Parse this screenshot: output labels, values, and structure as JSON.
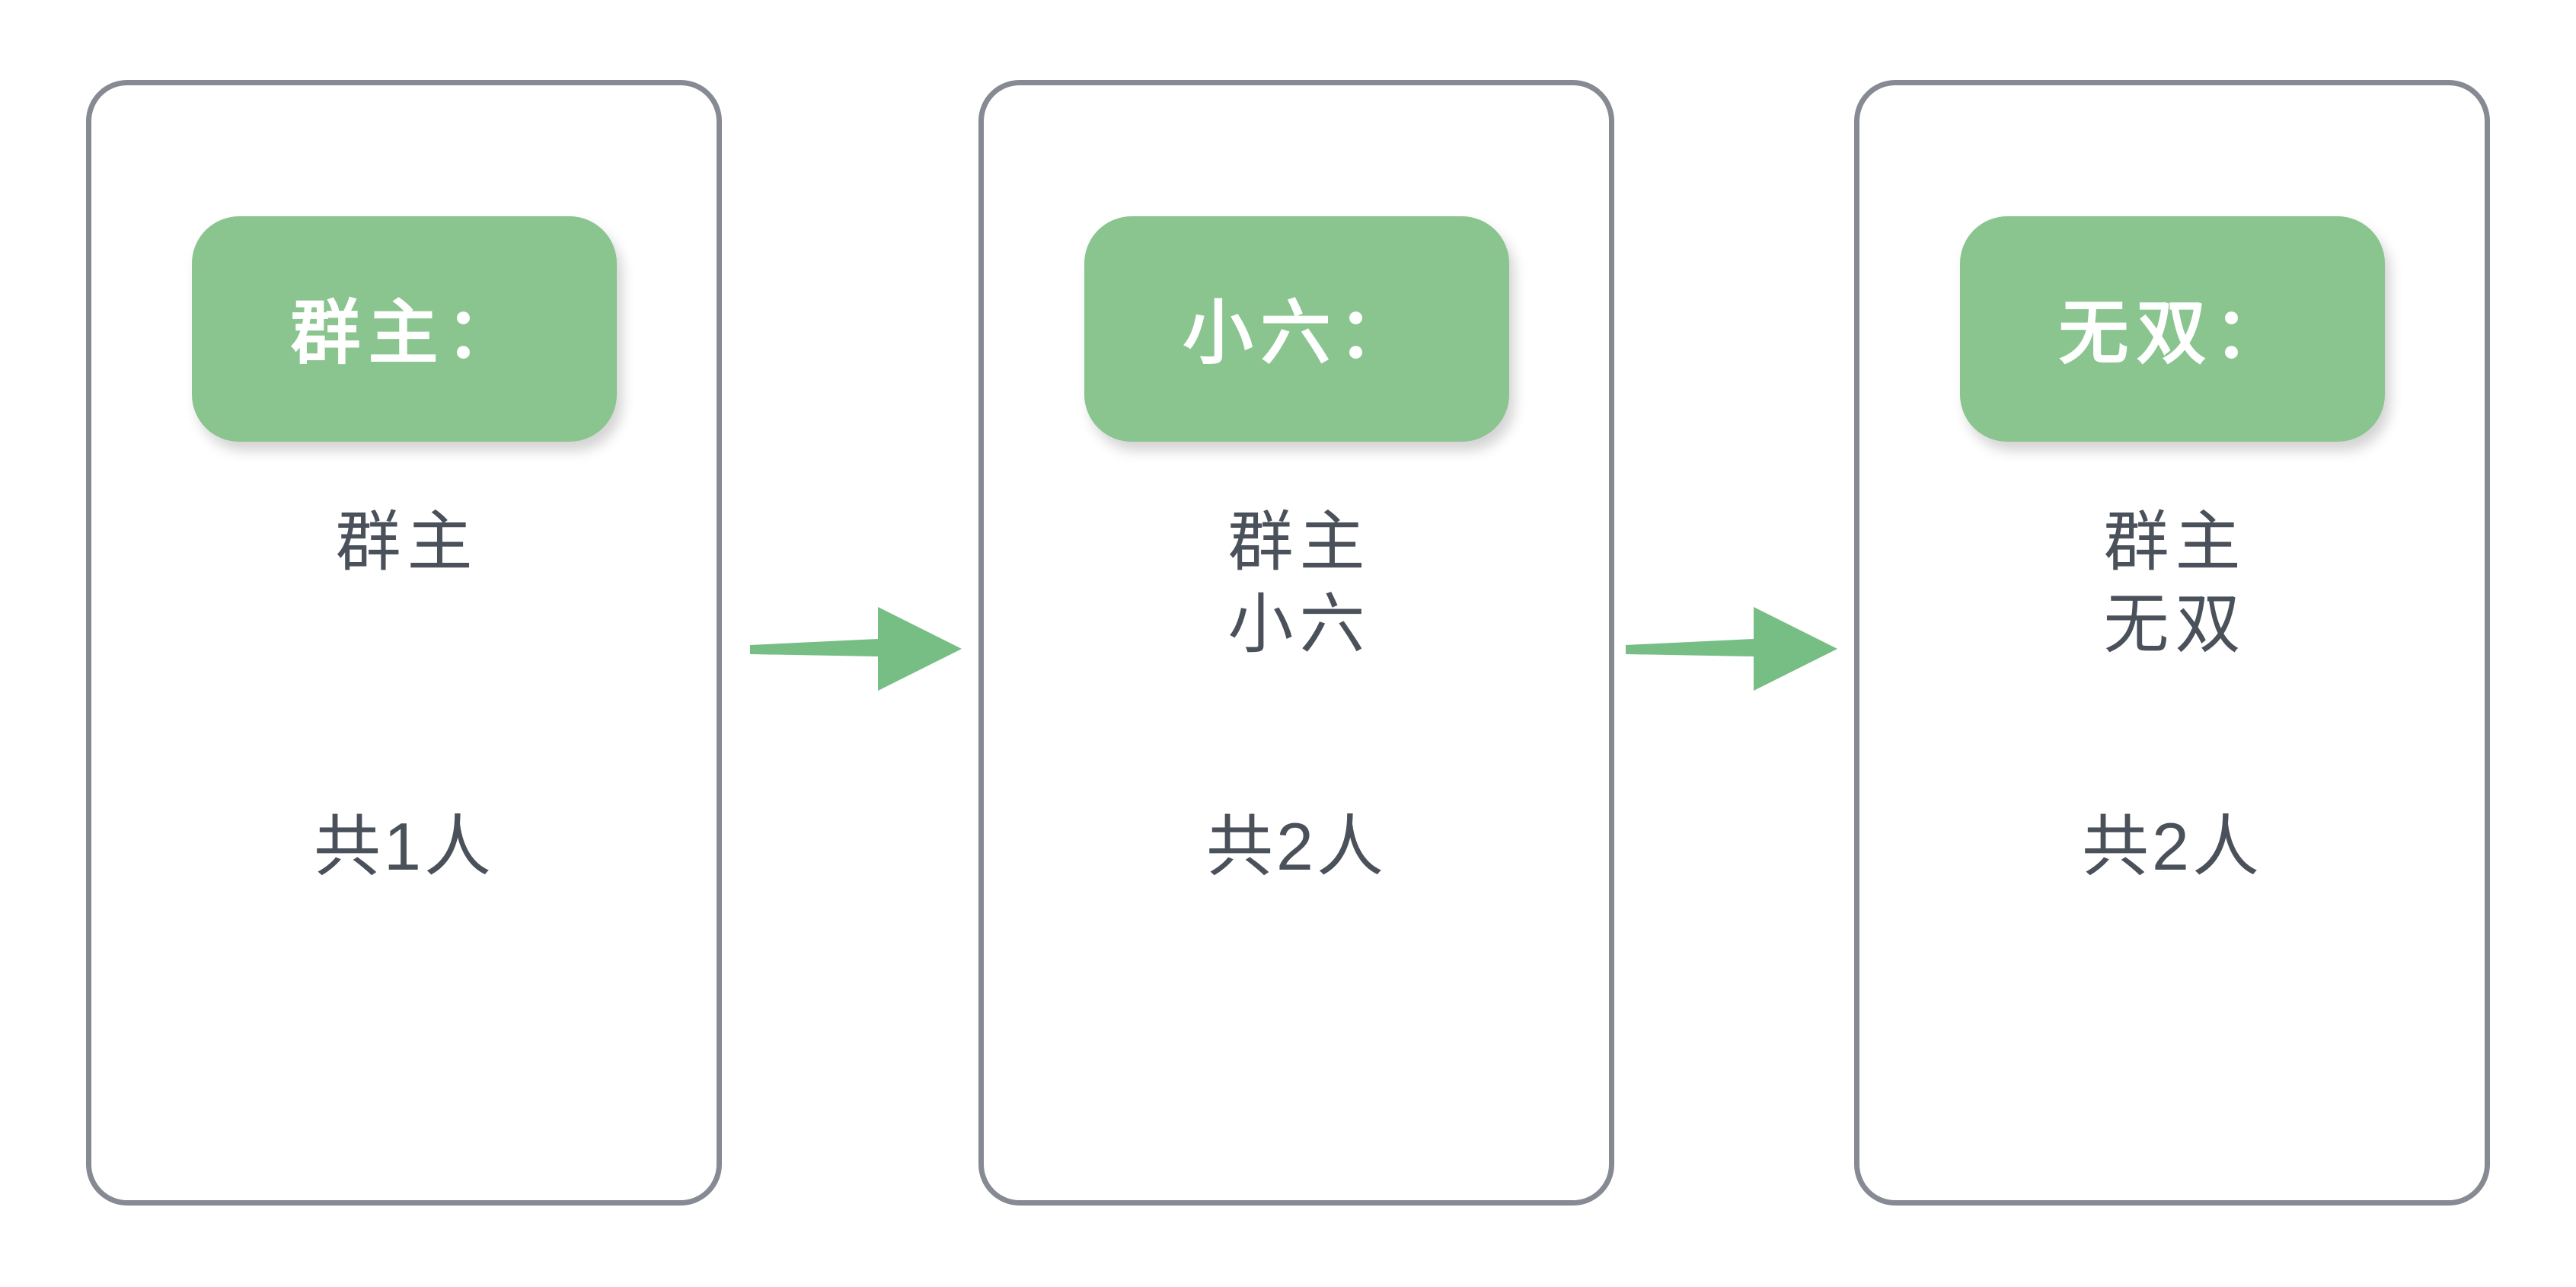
{
  "theme": {
    "page_background": "#ffffff",
    "card_border_color": "#868a92",
    "badge_color": "#8ac48f",
    "arrow_color": "#76be84",
    "text_color": "#4a515a",
    "badge_text_color": "#ffffff"
  },
  "cards": [
    {
      "badge_label": "群主：",
      "members": [
        "群主"
      ],
      "count_label": "共1人"
    },
    {
      "badge_label": "小六：",
      "members": [
        "群主",
        "小六"
      ],
      "count_label": "共2人"
    },
    {
      "badge_label": "无双：",
      "members": [
        "群主",
        "无双"
      ],
      "count_label": "共2人"
    }
  ],
  "arrows": [
    {
      "direction": "right"
    },
    {
      "direction": "right"
    }
  ]
}
